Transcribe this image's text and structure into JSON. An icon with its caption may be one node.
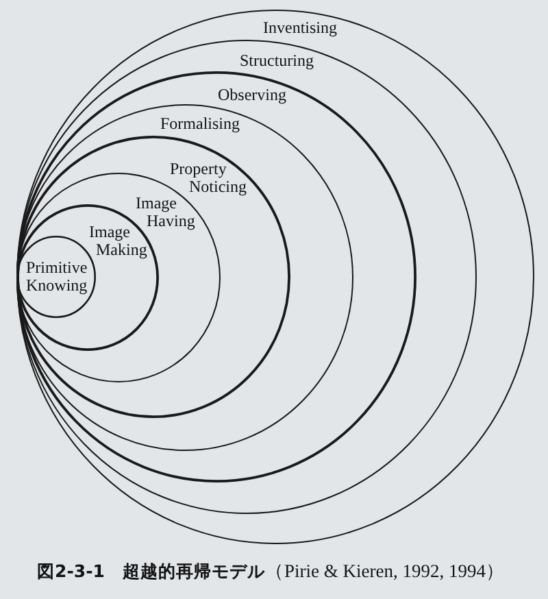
{
  "diagram": {
    "caption": "**図2-3-1　超越的再帰モデル**（Pirie & Kieren, 1992, 1994）",
    "nodes": [
      {
        "text": [
          "Inventising"
        ]
      },
      {
        "text": [
          "Structuring"
        ],
        "in": 0
      },
      {
        "text": [
          "Observing"
        ],
        "in": 1
      },
      {
        "text": [
          "Formalising"
        ],
        "in": 2
      },
      {
        "text": [
          "Property Noticing"
        ],
        "in": 3
      },
      {
        "text": [
          "Image Having"
        ],
        "in": 4
      },
      {
        "text": [
          "Image Making"
        ],
        "in": 5
      },
      {
        "text": [
          "Primitive Knowing"
        ],
        "in": 6
      }
    ]
  }
}
